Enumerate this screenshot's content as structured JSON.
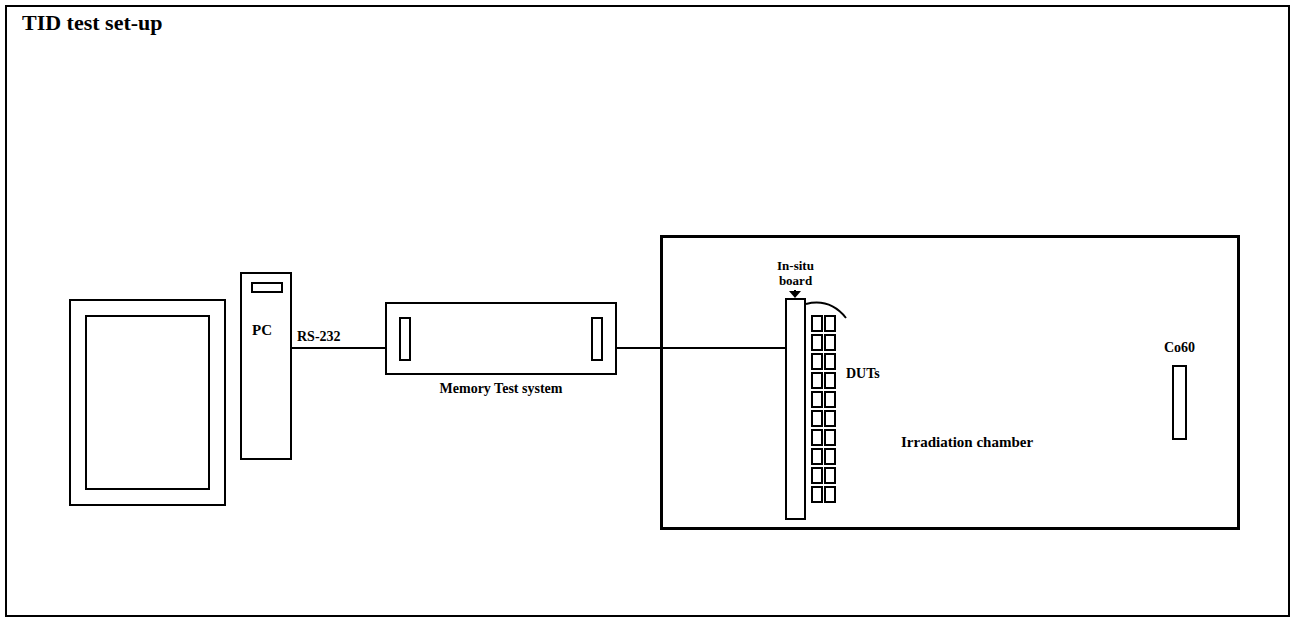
{
  "diagram": {
    "title": "TID test set-up",
    "nodes": [
      {
        "text": [
          "PC"
        ]
      },
      {
        "text": [
          "Memory Test system"
        ]
      },
      {
        "text": [
          "Irradiation chamber"
        ]
      },
      {
        "text": [
          "In-situ board"
        ],
        "in": 2
      },
      {
        "text": [
          "Co60"
        ],
        "in": 2
      }
    ],
    "edges": [
      {
        "from": 0,
        "to": 1,
        "label": "RS-232",
        "arrow": "none"
      },
      {
        "from": 1,
        "to": 3,
        "arrow": "none"
      }
    ],
    "labels": [
      "DUTs"
    ]
  }
}
